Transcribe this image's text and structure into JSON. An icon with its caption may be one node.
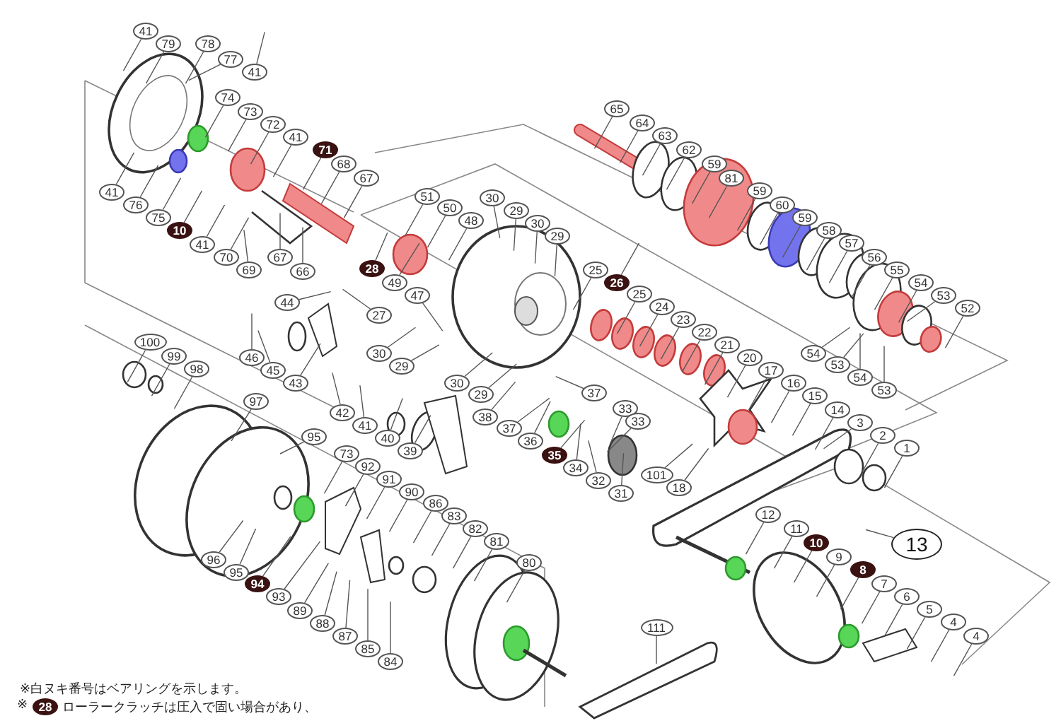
{
  "diagram": {
    "nodes": [
      {
        "text": [
          "41"
        ]
      },
      {
        "text": [
          "79"
        ]
      },
      {
        "text": [
          "78"
        ]
      },
      {
        "text": [
          "77"
        ]
      },
      {
        "text": [
          "41"
        ]
      },
      {
        "text": [
          "74"
        ]
      },
      {
        "text": [
          "65"
        ]
      },
      {
        "text": [
          "73"
        ]
      },
      {
        "text": [
          "64"
        ]
      },
      {
        "text": [
          "72"
        ]
      },
      {
        "text": [
          "63"
        ]
      },
      {
        "text": [
          "41"
        ]
      },
      {
        "text": [
          "71"
        ]
      },
      {
        "text": [
          "62"
        ]
      },
      {
        "text": [
          "68"
        ]
      },
      {
        "text": [
          "59"
        ]
      },
      {
        "text": [
          "67"
        ]
      },
      {
        "text": [
          "81"
        ]
      },
      {
        "text": [
          "41"
        ]
      },
      {
        "text": [
          "59"
        ]
      },
      {
        "text": [
          "51"
        ]
      },
      {
        "text": [
          "30"
        ]
      },
      {
        "text": [
          "76"
        ]
      },
      {
        "text": [
          "60"
        ]
      },
      {
        "text": [
          "50"
        ]
      },
      {
        "text": [
          "29"
        ]
      },
      {
        "text": [
          "75"
        ]
      },
      {
        "text": [
          "59"
        ]
      },
      {
        "text": [
          "48"
        ]
      },
      {
        "text": [
          "30"
        ]
      },
      {
        "text": [
          "10"
        ]
      },
      {
        "text": [
          "58"
        ]
      },
      {
        "text": [
          "29"
        ]
      },
      {
        "text": [
          "41"
        ]
      },
      {
        "text": [
          "57"
        ]
      },
      {
        "text": [
          "70"
        ]
      },
      {
        "text": [
          "67"
        ]
      },
      {
        "text": [
          "56"
        ]
      },
      {
        "text": [
          "25"
        ]
      },
      {
        "text": [
          "69"
        ]
      },
      {
        "text": [
          "66"
        ]
      },
      {
        "text": [
          "55"
        ]
      },
      {
        "text": [
          "28"
        ]
      },
      {
        "text": [
          "26"
        ]
      },
      {
        "text": [
          "49"
        ]
      },
      {
        "text": [
          "54"
        ]
      },
      {
        "text": [
          "25"
        ]
      },
      {
        "text": [
          "53"
        ]
      },
      {
        "text": [
          "47"
        ]
      },
      {
        "text": [
          "44"
        ]
      },
      {
        "text": [
          "24"
        ]
      },
      {
        "text": [
          "52"
        ]
      },
      {
        "text": [
          "27"
        ]
      },
      {
        "text": [
          "23"
        ]
      },
      {
        "text": [
          "22"
        ]
      },
      {
        "text": [
          "100"
        ]
      },
      {
        "text": [
          "21"
        ]
      },
      {
        "text": [
          "30"
        ]
      },
      {
        "text": [
          "54"
        ]
      },
      {
        "text": [
          "99"
        ]
      },
      {
        "text": [
          "46"
        ]
      },
      {
        "text": [
          "20"
        ]
      },
      {
        "text": [
          "29"
        ]
      },
      {
        "text": [
          "53"
        ]
      },
      {
        "text": [
          "98"
        ]
      },
      {
        "text": [
          "45"
        ]
      },
      {
        "text": [
          "17"
        ]
      },
      {
        "text": [
          "54"
        ]
      },
      {
        "text": [
          "30"
        ]
      },
      {
        "text": [
          "43"
        ]
      },
      {
        "text": [
          "16"
        ]
      },
      {
        "text": [
          "53"
        ]
      },
      {
        "text": [
          "37"
        ]
      },
      {
        "text": [
          "29"
        ]
      },
      {
        "text": [
          "15"
        ]
      },
      {
        "text": [
          "97"
        ]
      },
      {
        "text": [
          "33"
        ]
      },
      {
        "text": [
          "14"
        ]
      },
      {
        "text": [
          "42"
        ]
      },
      {
        "text": [
          "38"
        ]
      },
      {
        "text": [
          "33"
        ]
      },
      {
        "text": [
          "3"
        ]
      },
      {
        "text": [
          "41"
        ]
      },
      {
        "text": [
          "37"
        ]
      },
      {
        "text": [
          "2"
        ]
      },
      {
        "text": [
          "95"
        ]
      },
      {
        "text": [
          "40"
        ]
      },
      {
        "text": [
          "36"
        ]
      },
      {
        "text": [
          "1"
        ]
      },
      {
        "text": [
          "39"
        ]
      },
      {
        "text": [
          "73"
        ]
      },
      {
        "text": [
          "35"
        ]
      },
      {
        "text": [
          "92"
        ]
      },
      {
        "text": [
          "34"
        ]
      },
      {
        "text": [
          "101"
        ]
      },
      {
        "text": [
          "91"
        ]
      },
      {
        "text": [
          "32"
        ]
      },
      {
        "text": [
          "18"
        ]
      },
      {
        "text": [
          "90"
        ]
      },
      {
        "text": [
          "31"
        ]
      },
      {
        "text": [
          "86"
        ]
      },
      {
        "text": [
          "12"
        ]
      },
      {
        "text": [
          "83"
        ]
      },
      {
        "text": [
          "11"
        ]
      },
      {
        "text": [
          "82"
        ]
      },
      {
        "text": [
          "81"
        ]
      },
      {
        "text": [
          "10"
        ]
      },
      {
        "text": [
          "13"
        ]
      },
      {
        "text": [
          "9"
        ]
      },
      {
        "text": [
          "96"
        ]
      },
      {
        "text": [
          "80"
        ]
      },
      {
        "text": [
          "8"
        ]
      },
      {
        "text": [
          "95"
        ]
      },
      {
        "text": [
          "94"
        ]
      },
      {
        "text": [
          "7"
        ]
      },
      {
        "text": [
          "93"
        ]
      },
      {
        "text": [
          "6"
        ]
      },
      {
        "text": [
          "89"
        ]
      },
      {
        "text": [
          "5"
        ]
      },
      {
        "text": [
          "88"
        ]
      },
      {
        "text": [
          "4"
        ]
      },
      {
        "text": [
          "111"
        ]
      },
      {
        "text": [
          "87"
        ]
      },
      {
        "text": [
          "4"
        ]
      },
      {
        "text": [
          "85"
        ]
      },
      {
        "text": [
          "84"
        ]
      },
      {
        "text": [
          "28"
        ]
      }
    ],
    "edges": [
      {
        "from": 0,
        "to": null,
        "arrow": "none"
      },
      {
        "from": 1,
        "to": null,
        "arrow": "none"
      },
      {
        "from": 2,
        "to": null,
        "arrow": "none"
      },
      {
        "from": 3,
        "to": null,
        "arrow": "none"
      },
      {
        "from": 4,
        "to": null,
        "arrow": "none"
      },
      {
        "from": 5,
        "to": null,
        "arrow": "none"
      },
      {
        "from": 6,
        "to": null,
        "arrow": "none"
      },
      {
        "from": 7,
        "to": null,
        "arrow": "none"
      },
      {
        "from": 8,
        "to": null,
        "arrow": "none"
      },
      {
        "from": 9,
        "to": null,
        "arrow": "none"
      },
      {
        "from": 10,
        "to": null,
        "arrow": "none"
      },
      {
        "from": 11,
        "to": null,
        "arrow": "none"
      },
      {
        "from": 12,
        "to": null,
        "arrow": "none"
      },
      {
        "from": 13,
        "to": null,
        "arrow": "none"
      },
      {
        "from": 14,
        "to": null,
        "arrow": "none"
      },
      {
        "from": 15,
        "to": null,
        "arrow": "none"
      },
      {
        "from": 16,
        "to": null,
        "arrow": "none"
      },
      {
        "from": 17,
        "to": null,
        "arrow": "none"
      },
      {
        "from": 18,
        "to": null,
        "arrow": "none"
      },
      {
        "from": 19,
        "to": null,
        "arrow": "none"
      },
      {
        "from": 20,
        "to": null,
        "arrow": "none"
      },
      {
        "from": 21,
        "to": null,
        "arrow": "none"
      },
      {
        "from": 22,
        "to": null,
        "arrow": "none"
      },
      {
        "from": 23,
        "to": null,
        "arrow": "none"
      },
      {
        "from": 24,
        "to": null,
        "arrow": "none"
      },
      {
        "from": 25,
        "to": null,
        "arrow": "none"
      },
      {
        "from": 26,
        "to": null,
        "arrow": "none"
      },
      {
        "from": 27,
        "to": null,
        "arrow": "none"
      },
      {
        "from": 28,
        "to": null,
        "arrow": "none"
      },
      {
        "from": 29,
        "to": null,
        "arrow": "none"
      },
      {
        "from": 30,
        "to": null,
        "arrow": "none"
      },
      {
        "from": 31,
        "to": null,
        "arrow": "none"
      },
      {
        "from": 32,
        "to": null,
        "arrow": "none"
      },
      {
        "from": 33,
        "to": null,
        "arrow": "none"
      },
      {
        "from": 34,
        "to": null,
        "arrow": "none"
      },
      {
        "from": 35,
        "to": null,
        "arrow": "none"
      },
      {
        "from": 36,
        "to": null,
        "arrow": "none"
      },
      {
        "from": 37,
        "to": null,
        "arrow": "none"
      },
      {
        "from": 38,
        "to": null,
        "arrow": "none"
      },
      {
        "from": 39,
        "to": null,
        "arrow": "none"
      },
      {
        "from": 40,
        "to": null,
        "arrow": "none"
      },
      {
        "from": 41,
        "to": null,
        "arrow": "none"
      },
      {
        "from": 42,
        "to": null,
        "arrow": "none"
      },
      {
        "from": 43,
        "to": null,
        "arrow": "none"
      },
      {
        "from": 44,
        "to": null,
        "arrow": "none"
      },
      {
        "from": 45,
        "to": null,
        "arrow": "none"
      },
      {
        "from": 46,
        "to": null,
        "arrow": "none"
      },
      {
        "from": 47,
        "to": null,
        "arrow": "none"
      },
      {
        "from": 48,
        "to": null,
        "arrow": "none"
      },
      {
        "from": 49,
        "to": null,
        "arrow": "none"
      },
      {
        "from": 50,
        "to": null,
        "arrow": "none"
      },
      {
        "from": 51,
        "to": null,
        "arrow": "none"
      },
      {
        "from": 52,
        "to": null,
        "arrow": "none"
      },
      {
        "from": 53,
        "to": null,
        "arrow": "none"
      },
      {
        "from": 54,
        "to": null,
        "arrow": "none"
      },
      {
        "from": 55,
        "to": null,
        "arrow": "none"
      },
      {
        "from": 56,
        "to": null,
        "arrow": "none"
      },
      {
        "from": 57,
        "to": null,
        "arrow": "none"
      },
      {
        "from": 58,
        "to": null,
        "arrow": "none"
      },
      {
        "from": 59,
        "to": null,
        "arrow": "none"
      },
      {
        "from": 60,
        "to": null,
        "arrow": "none"
      },
      {
        "from": 61,
        "to": null,
        "arrow": "none"
      },
      {
        "from": 62,
        "to": null,
        "arrow": "none"
      },
      {
        "from": 63,
        "to": null,
        "arrow": "none"
      },
      {
        "from": 64,
        "to": null,
        "arrow": "none"
      },
      {
        "from": 65,
        "to": null,
        "arrow": "none"
      },
      {
        "from": 66,
        "to": null,
        "arrow": "none"
      },
      {
        "from": 67,
        "to": null,
        "arrow": "none"
      },
      {
        "from": 68,
        "to": null,
        "arrow": "none"
      },
      {
        "from": 69,
        "to": null,
        "arrow": "none"
      },
      {
        "from": 70,
        "to": null,
        "arrow": "none"
      },
      {
        "from": 71,
        "to": null,
        "arrow": "none"
      },
      {
        "from": 72,
        "to": null,
        "arrow": "none"
      },
      {
        "from": 73,
        "to": null,
        "arrow": "none"
      },
      {
        "from": 74,
        "to": null,
        "arrow": "none"
      },
      {
        "from": 75,
        "to": null,
        "arrow": "none"
      },
      {
        "from": 76,
        "to": null,
        "arrow": "none"
      },
      {
        "from": 77,
        "to": null,
        "arrow": "none"
      },
      {
        "from": 78,
        "to": null,
        "arrow": "none"
      },
      {
        "from": 79,
        "to": null,
        "arrow": "none"
      },
      {
        "from": 80,
        "to": null,
        "arrow": "none"
      },
      {
        "from": 81,
        "to": null,
        "arrow": "none"
      },
      {
        "from": 82,
        "to": null,
        "arrow": "none"
      },
      {
        "from": 83,
        "to": null,
        "arrow": "none"
      },
      {
        "from": 84,
        "to": null,
        "arrow": "none"
      },
      {
        "from": 85,
        "to": null,
        "arrow": "none"
      },
      {
        "from": 86,
        "to": null,
        "arrow": "none"
      },
      {
        "from": 87,
        "to": null,
        "arrow": "none"
      },
      {
        "from": 88,
        "to": null,
        "arrow": "none"
      },
      {
        "from": 89,
        "to": null,
        "arrow": "none"
      },
      {
        "from": 90,
        "to": null,
        "arrow": "none"
      },
      {
        "from": 91,
        "to": null,
        "arrow": "none"
      },
      {
        "from": 92,
        "to": null,
        "arrow": "none"
      },
      {
        "from": 93,
        "to": null,
        "arrow": "none"
      },
      {
        "from": 94,
        "to": null,
        "arrow": "none"
      },
      {
        "from": 95,
        "to": null,
        "arrow": "none"
      },
      {
        "from": 96,
        "to": null,
        "arrow": "none"
      },
      {
        "from": 97,
        "to": null,
        "arrow": "none"
      },
      {
        "from": 98,
        "to": null,
        "arrow": "none"
      },
      {
        "from": 99,
        "to": null,
        "arrow": "none"
      },
      {
        "from": 100,
        "to": null,
        "arrow": "none"
      },
      {
        "from": 101,
        "to": null,
        "arrow": "none"
      },
      {
        "from": 102,
        "to": null,
        "arrow": "none"
      },
      {
        "from": 103,
        "to": null,
        "arrow": "none"
      },
      {
        "from": 104,
        "to": null,
        "arrow": "none"
      },
      {
        "from": 105,
        "to": null,
        "arrow": "none"
      },
      {
        "from": 106,
        "to": null,
        "arrow": "none"
      },
      {
        "from": 107,
        "to": null,
        "arrow": "none"
      },
      {
        "from": 108,
        "to": null,
        "arrow": "none"
      },
      {
        "from": 109,
        "to": null,
        "arrow": "none"
      },
      {
        "from": 110,
        "to": null,
        "arrow": "none"
      },
      {
        "from": 111,
        "to": null,
        "arrow": "none"
      },
      {
        "from": 112,
        "to": null,
        "arrow": "none"
      },
      {
        "from": 113,
        "to": null,
        "arrow": "none"
      },
      {
        "from": 114,
        "to": null,
        "arrow": "none"
      },
      {
        "from": 115,
        "to": null,
        "arrow": "none"
      },
      {
        "from": 116,
        "to": null,
        "arrow": "none"
      },
      {
        "from": 117,
        "to": null,
        "arrow": "none"
      },
      {
        "from": 118,
        "to": null,
        "arrow": "none"
      },
      {
        "from": 119,
        "to": null,
        "arrow": "none"
      },
      {
        "from": 120,
        "to": null,
        "arrow": "none"
      },
      {
        "from": 121,
        "to": null,
        "arrow": "none"
      },
      {
        "from": 122,
        "to": null,
        "arrow": "none"
      },
      {
        "from": 123,
        "to": null,
        "arrow": "none"
      },
      {
        "from": 124,
        "to": null,
        "arrow": "none"
      },
      {
        "from": 125,
        "to": null,
        "arrow": "none"
      }
    ],
    "labels": [
      "※白ヌキ番号はベアリングを示します。",
      "※",
      "ローラークラッチは圧入で固い場合があり、"
    ]
  }
}
